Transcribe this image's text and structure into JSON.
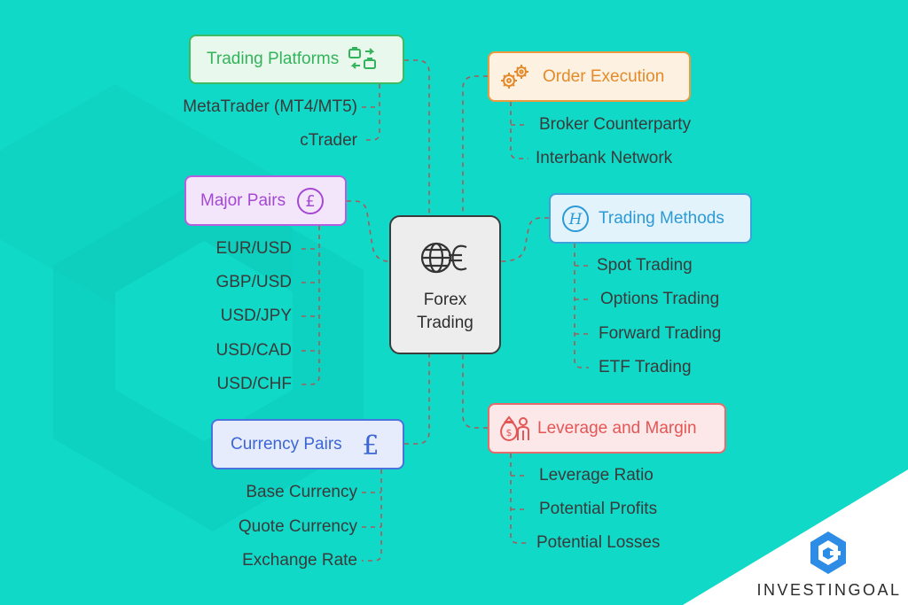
{
  "center": {
    "line1": "Forex",
    "line2": "Trading",
    "icon": "globe-euro-icon"
  },
  "nodes": {
    "trading_platforms": {
      "title": "Trading Platforms",
      "icon": "briefcase-exchange-icon",
      "color": "#33b45c",
      "items": [
        "MetaTrader (MT4/MT5)",
        "cTrader"
      ]
    },
    "major_pairs": {
      "title": "Major Pairs",
      "icon": "pound-circle-icon",
      "color": "#a548d4",
      "items": [
        "EUR/USD",
        "GBP/USD",
        "USD/JPY",
        "USD/CAD",
        "USD/CHF"
      ]
    },
    "currency_pairs": {
      "title": "Currency Pairs",
      "icon": "pound-sign-icon",
      "color": "#3c66d6",
      "items": [
        "Base Currency",
        "Quote Currency",
        "Exchange Rate"
      ]
    },
    "order_execution": {
      "title": "Order Execution",
      "icon": "gears-icon",
      "color": "#e58a2a",
      "items": [
        "Broker Counterparty",
        "Interbank Network"
      ]
    },
    "trading_methods": {
      "title": "Trading Methods",
      "icon": "h-circle-icon",
      "color": "#2b9ad6",
      "items": [
        "Spot Trading",
        "Options Trading",
        "Forward Trading",
        "ETF Trading"
      ]
    },
    "leverage_margin": {
      "title": "Leverage and Margin",
      "icon": "money-bag-person-icon",
      "color": "#e45656",
      "items": [
        "Leverage Ratio",
        "Potential Profits",
        "Potential Losses"
      ]
    }
  },
  "brand": {
    "name": "INVESTINGOAL",
    "icon": "investingoal-logo-icon"
  }
}
